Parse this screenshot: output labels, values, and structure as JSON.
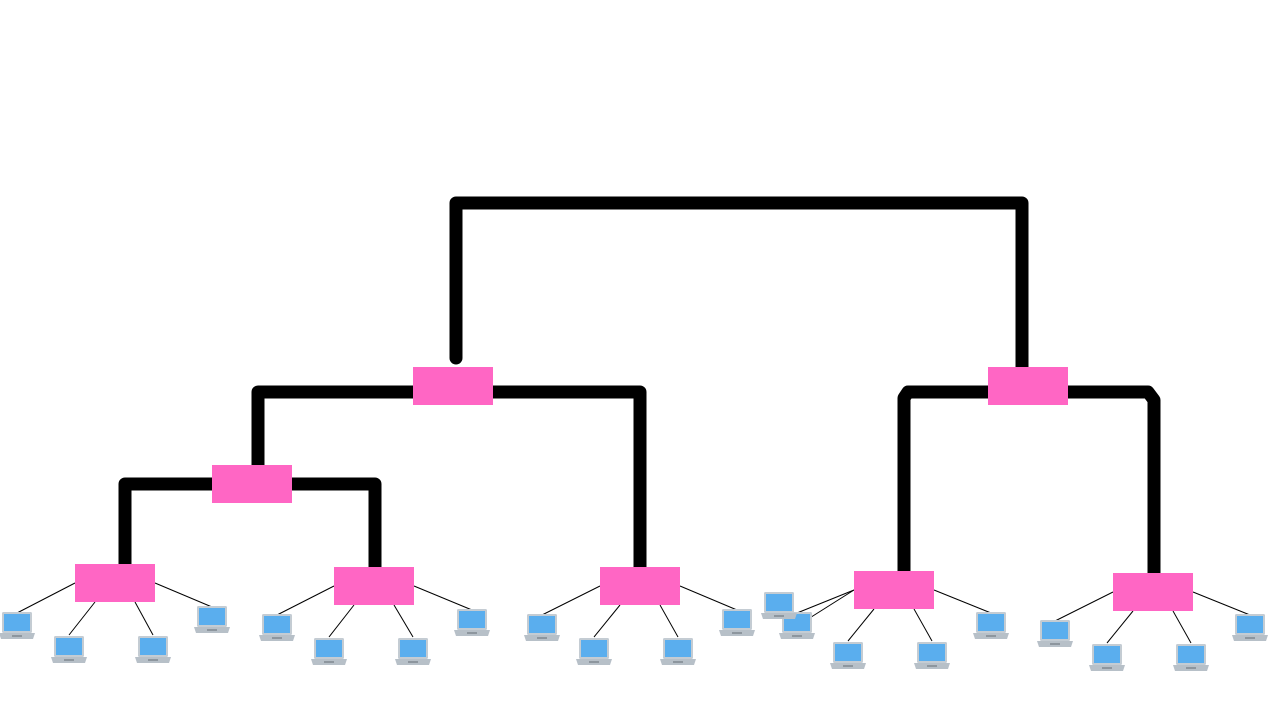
{
  "diagram": {
    "type": "hierarchical-network-topology",
    "colors": {
      "background": "#ffffff",
      "switch_fill": "#ff66c4",
      "trunk_link": "#000000",
      "access_link": "#000000",
      "laptop_screen": "#5aaeee",
      "laptop_bezel": "#c4ccd3",
      "laptop_base": "#b7c0c8"
    },
    "icon_names": {
      "switch": "switch-node",
      "endpoint": "laptop-icon"
    },
    "switches": [
      {
        "id": "core-left",
        "tier": "core"
      },
      {
        "id": "core-right",
        "tier": "core"
      },
      {
        "id": "distribution-left",
        "tier": "distribution"
      },
      {
        "id": "access-1",
        "tier": "access",
        "laptops": 4
      },
      {
        "id": "access-2",
        "tier": "access",
        "laptops": 4
      },
      {
        "id": "access-3",
        "tier": "access",
        "laptops": 4
      },
      {
        "id": "access-4",
        "tier": "access",
        "laptops": 4
      },
      {
        "id": "access-5",
        "tier": "access",
        "laptops": 4
      }
    ],
    "trunk_links": [
      {
        "from": "core-left",
        "to": "core-right"
      },
      {
        "from": "core-left",
        "to": "distribution-left"
      },
      {
        "from": "core-left",
        "to": "access-3"
      },
      {
        "from": "distribution-left",
        "to": "access-1"
      },
      {
        "from": "distribution-left",
        "to": "access-2"
      },
      {
        "from": "core-right",
        "to": "access-4"
      },
      {
        "from": "core-right",
        "to": "access-5"
      }
    ],
    "unlinked_laptops": 1
  }
}
